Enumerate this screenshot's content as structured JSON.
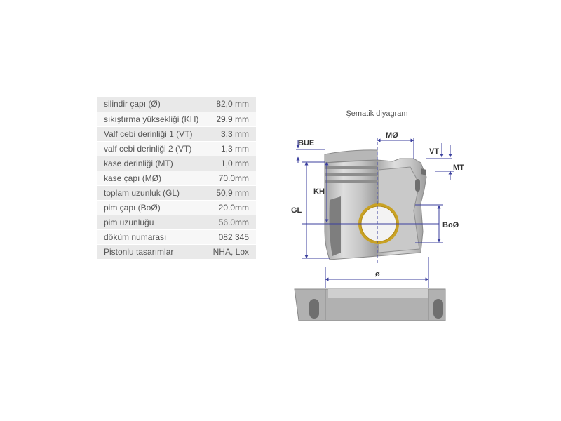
{
  "specs": [
    {
      "label": "silindir çapı (Ø)",
      "value": "82,0 mm"
    },
    {
      "label": "sıkıştırma yüksekliği (KH)",
      "value": "29,9 mm"
    },
    {
      "label": "Valf cebi derinliği 1 (VT)",
      "value": "3,3 mm"
    },
    {
      "label": "valf cebi derinliği 2 (VT)",
      "value": "1,3 mm"
    },
    {
      "label": "kase derinliği (MT)",
      "value": "1,0 mm"
    },
    {
      "label": "kase çapı (MØ)",
      "value": "70.0mm"
    },
    {
      "label": "toplam uzunluk (GL)",
      "value": "50,9 mm"
    },
    {
      "label": "pim çapı (BoØ)",
      "value": "20.0mm"
    },
    {
      "label": "pim uzunluğu",
      "value": "56.0mm"
    },
    {
      "label": "döküm numarası",
      "value": "082 345"
    },
    {
      "label": "Pistonlu tasarımlar",
      "value": "NHA, Lox"
    }
  ],
  "diagram": {
    "title": "Şematik diyagram",
    "labels": {
      "bue": "BUE",
      "mo": "MØ",
      "vt": "VT",
      "mt": "MT",
      "kh": "KH",
      "gl": "GL",
      "boo": "BoØ",
      "dia": "ø"
    }
  },
  "colors": {
    "dimension_line": "#3b3f9e",
    "piston_body": "#c9c9c9",
    "pin_ring": "#c9a224"
  }
}
